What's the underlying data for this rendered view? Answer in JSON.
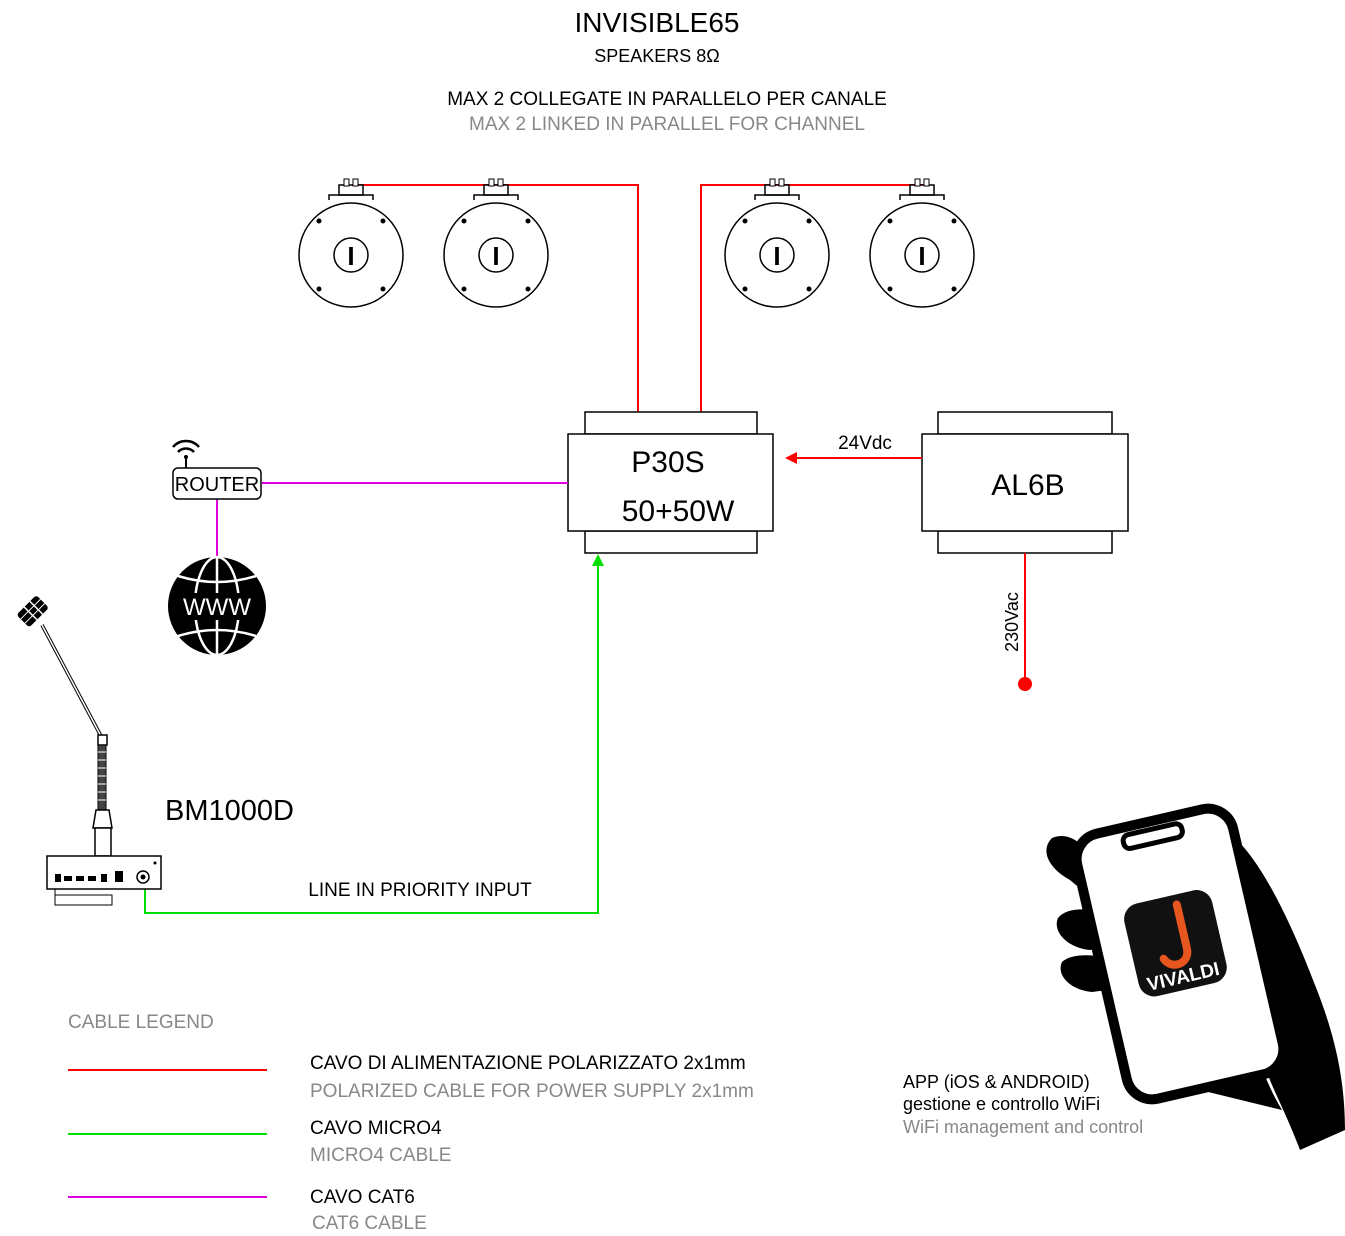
{
  "header": {
    "title": "INVISIBLE65",
    "subtitle": "SPEAKERS 8Ω",
    "note_it": "MAX 2 COLLEGATE IN PARALLELO PER CANALE",
    "note_en": "MAX 2 LINKED IN PARALLEL FOR CHANNEL"
  },
  "speakers": {
    "glyph": "I",
    "count": 4
  },
  "amplifier": {
    "name": "P30S",
    "power": "50+50W"
  },
  "power_supply": {
    "name": "AL6B",
    "output_label": "24Vdc",
    "input_label": "230Vac"
  },
  "router": {
    "label": "ROUTER"
  },
  "internet": {
    "label": "WWW"
  },
  "microphone": {
    "name": "BM1000D",
    "connection_label": "LINE IN PRIORITY INPUT"
  },
  "app": {
    "line1": "APP (iOS & ANDROID)",
    "line2": "gestione e controllo WiFi",
    "line3": "WiFi management and control",
    "logo_text": "VIVALDI"
  },
  "legend": {
    "title": "CABLE LEGEND",
    "items": [
      {
        "label_it": "CAVO DI ALIMENTAZIONE POLARIZZATO 2x1mm",
        "label_en": "POLARIZED CABLE FOR POWER SUPPLY 2x1mm",
        "color": "#ff0000"
      },
      {
        "label_it": "CAVO MICRO4",
        "label_en": "MICRO4 CABLE",
        "color": "#00dd00"
      },
      {
        "label_it": "CAVO CAT6",
        "label_en": "CAT6 CABLE",
        "color": "#dd00dd"
      }
    ]
  },
  "colors": {
    "power": "#ff0000",
    "micro4": "#00dd00",
    "cat6": "#dd00dd",
    "secondary_text": "#888888",
    "app_accent": "#e8561f"
  }
}
